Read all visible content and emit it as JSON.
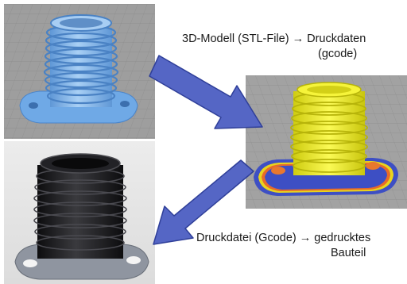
{
  "captions": {
    "top": {
      "line1": "3D-Modell (STL-File) → Druckdaten",
      "line2": "(gcode)"
    },
    "bottom": {
      "line1": "Druckdatei (Gcode) → gedrucktes",
      "line2": "Bauteil"
    }
  },
  "colors": {
    "arrow": "#5566c5",
    "arrow_outline": "#2f3f99",
    "model_blue": "#82b8ec",
    "slice_yellow": "#f2f02a",
    "printed_black": "#1b1b1d",
    "viewport_grey": "#9a9a9a"
  },
  "icons": {
    "arrow_top": "arrow-down-right",
    "arrow_bottom": "arrow-down-left"
  }
}
